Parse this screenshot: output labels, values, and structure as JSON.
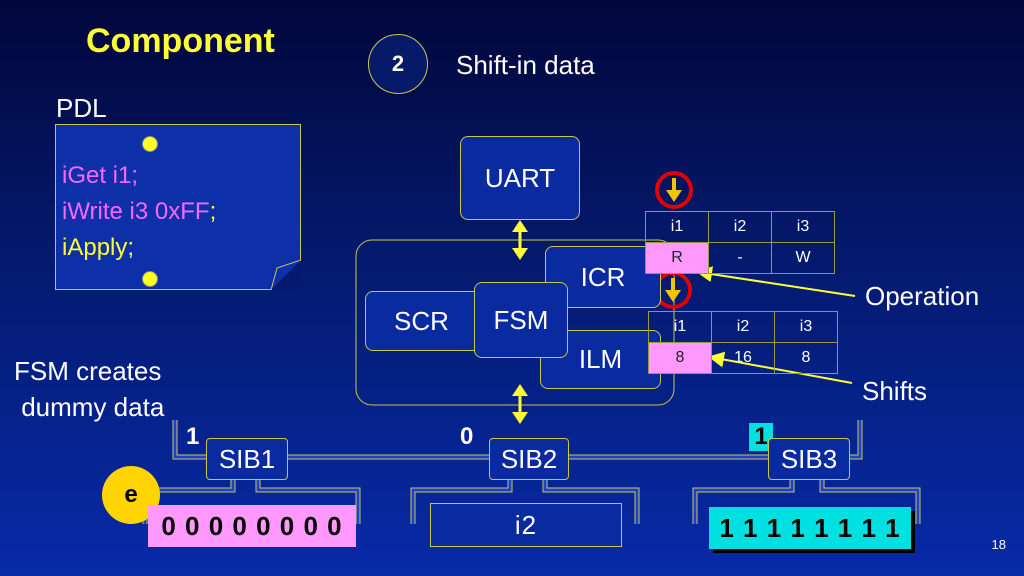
{
  "title": "Component",
  "step_number": "2",
  "subtitle": "Shift-in data",
  "pdl": {
    "label": "PDL",
    "line1": "iGet i1;",
    "line2_a": "iWrite i3 0xFF",
    "line2_b": ";",
    "line3_a": "iApply",
    "line3_b": ";"
  },
  "blocks": {
    "uart": "UART",
    "icr": "ICR",
    "scr": "SCR",
    "fsm": "FSM",
    "ilm": "ILM"
  },
  "icr_table": {
    "headers": [
      "i1",
      "i2",
      "i3"
    ],
    "values": [
      "R",
      "-",
      "W"
    ]
  },
  "ilm_table": {
    "headers": [
      "i1",
      "i2",
      "i3"
    ],
    "values": [
      "8",
      "16",
      "8"
    ]
  },
  "labels": {
    "operation": "Operation",
    "shifts": "Shifts",
    "fsm_note_1": "FSM creates",
    "fsm_note_2": " dummy data"
  },
  "sibs": [
    {
      "name": "SIB1",
      "bit": "1"
    },
    {
      "name": "SIB2",
      "bit": "0"
    },
    {
      "name": "SIB3",
      "bit": "1"
    }
  ],
  "e_label": "e",
  "data_left": "0 0 0 0 0 0 0 0",
  "data_mid": "i2",
  "data_right": "1 1 1 1 1 1 1 1",
  "page_number": "18",
  "colors": {
    "accent_yellow": "#ffff33",
    "pink": "#ff99ff",
    "cyan": "#00e0e0",
    "red": "#e00000",
    "arrow_gold": "#f5c400"
  }
}
